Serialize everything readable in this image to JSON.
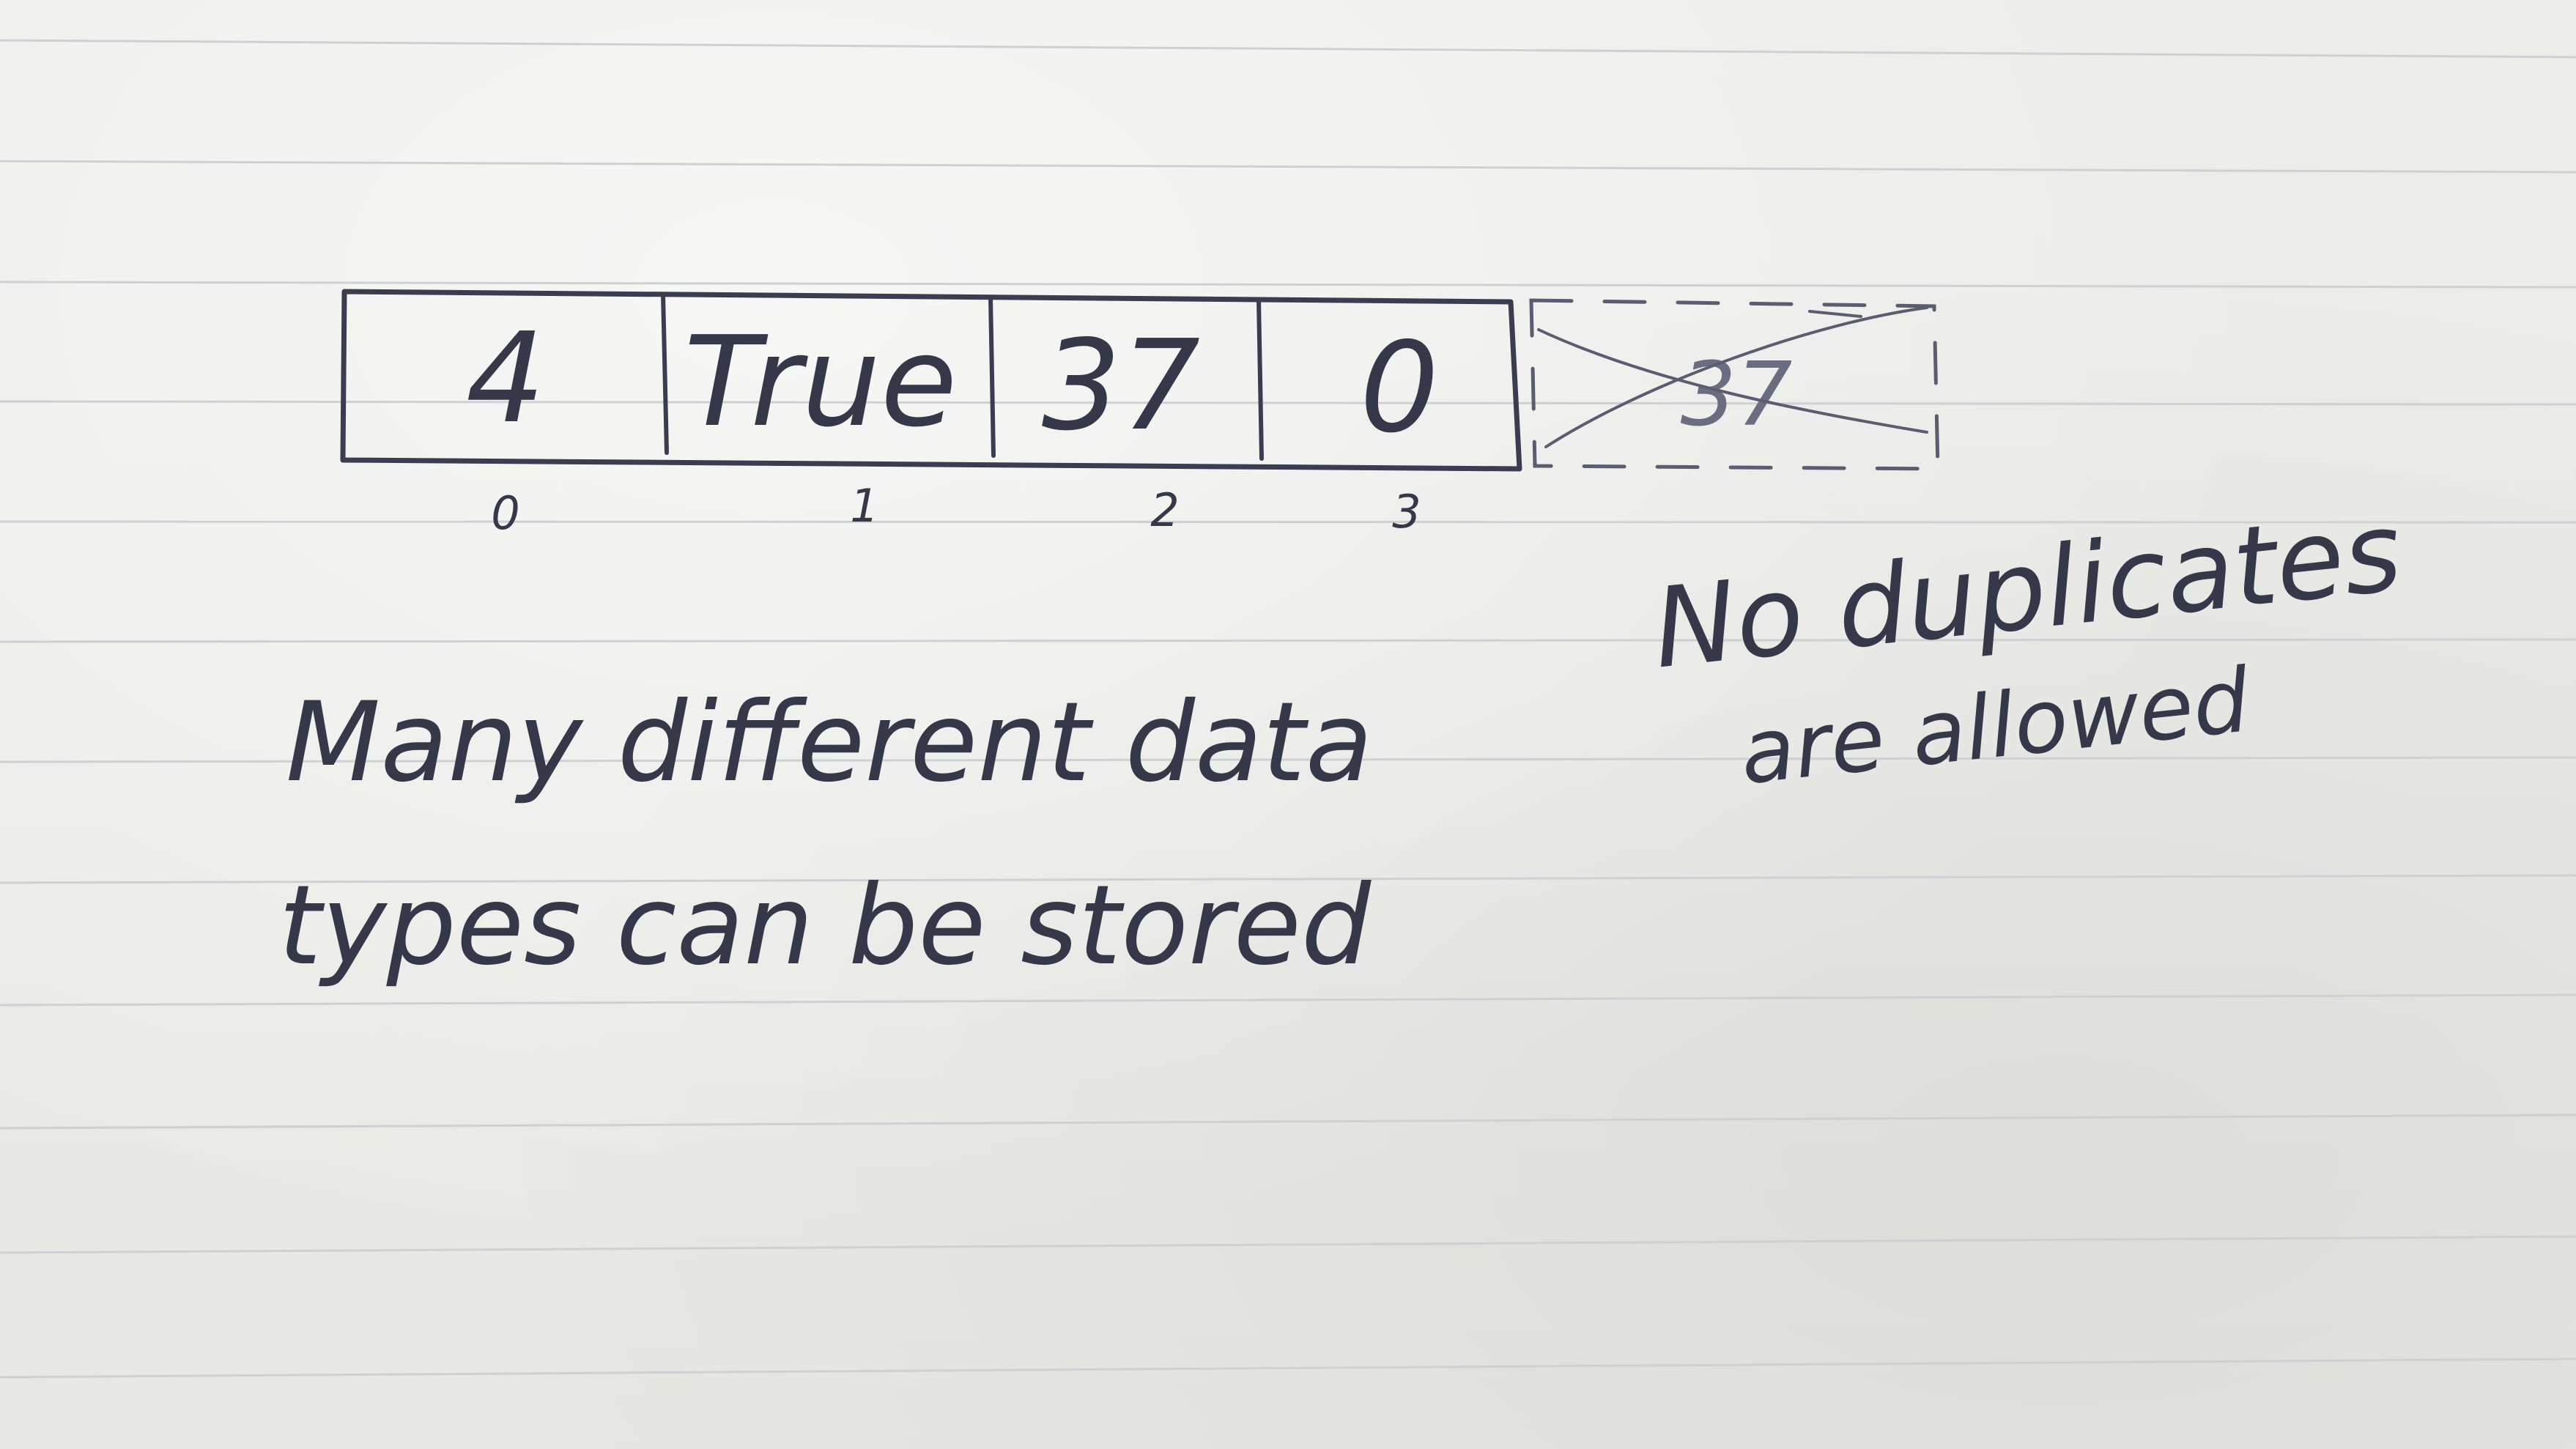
{
  "array": {
    "cells": [
      "4",
      "True",
      "37",
      "0"
    ],
    "indices": [
      "0",
      "1",
      "2",
      "3"
    ],
    "rejected_value": "37"
  },
  "notes": {
    "left_line1": "Many different data",
    "left_line2": "types can be stored",
    "right_line1": "No duplicates",
    "right_line2": "are allowed"
  },
  "colors": {
    "ink": "#3a3d4f",
    "paper": "#ebebe8",
    "rule_lines": "#cfd0d3"
  }
}
